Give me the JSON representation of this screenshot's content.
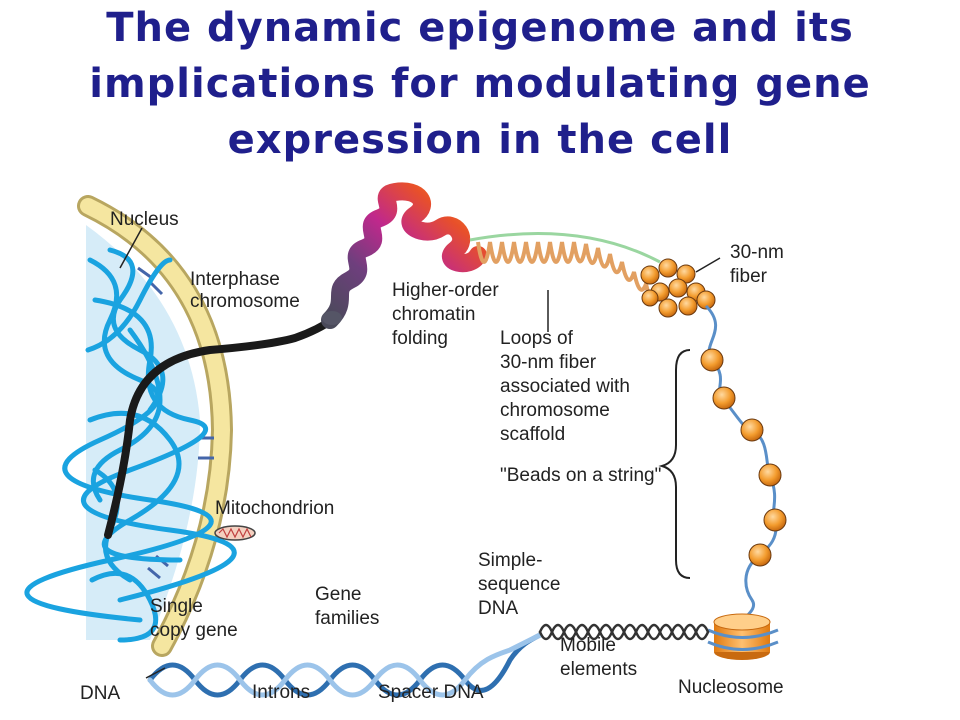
{
  "title": {
    "line1": "The dynamic epigenome and its",
    "line2": "implications for modulating gene",
    "line3": "expression in the cell"
  },
  "labels": {
    "nucleus": "Nucleus",
    "interphase": [
      "Interphase",
      "chromosome"
    ],
    "higher_order": [
      "Higher-order",
      "chromatin",
      "folding"
    ],
    "loops": [
      "Loops of",
      "30-nm fiber",
      "associated with",
      "chromosome",
      "scaffold"
    ],
    "fiber30": [
      "30-nm",
      "fiber"
    ],
    "beads": "\"Beads on a string\"",
    "mitochondrion": "Mitochondrion",
    "single_copy": [
      "Single",
      "copy gene"
    ],
    "gene_families": [
      "Gene",
      "families"
    ],
    "simple_sequence": [
      "Simple-",
      "sequence",
      "DNA"
    ],
    "mobile": [
      "Mobile",
      "elements"
    ],
    "dna": "DNA",
    "introns": "Introns",
    "spacer": "Spacer DNA",
    "nucleosome": "Nucleosome"
  },
  "colors": {
    "title": "#1f1f8c",
    "nucleoplasm": "#d6ecf8",
    "chromatin_strands": "#1aa3e0",
    "nuclear_envelope": "#f5e6a0",
    "fold_orange": "#f28a1e",
    "fold_magenta": "#c0288c",
    "fold_purple": "#6e3f7d",
    "loops_tan": "#e2a062",
    "bead_orange": "#f39c2e",
    "dna_blue": "#5a8fc8"
  }
}
